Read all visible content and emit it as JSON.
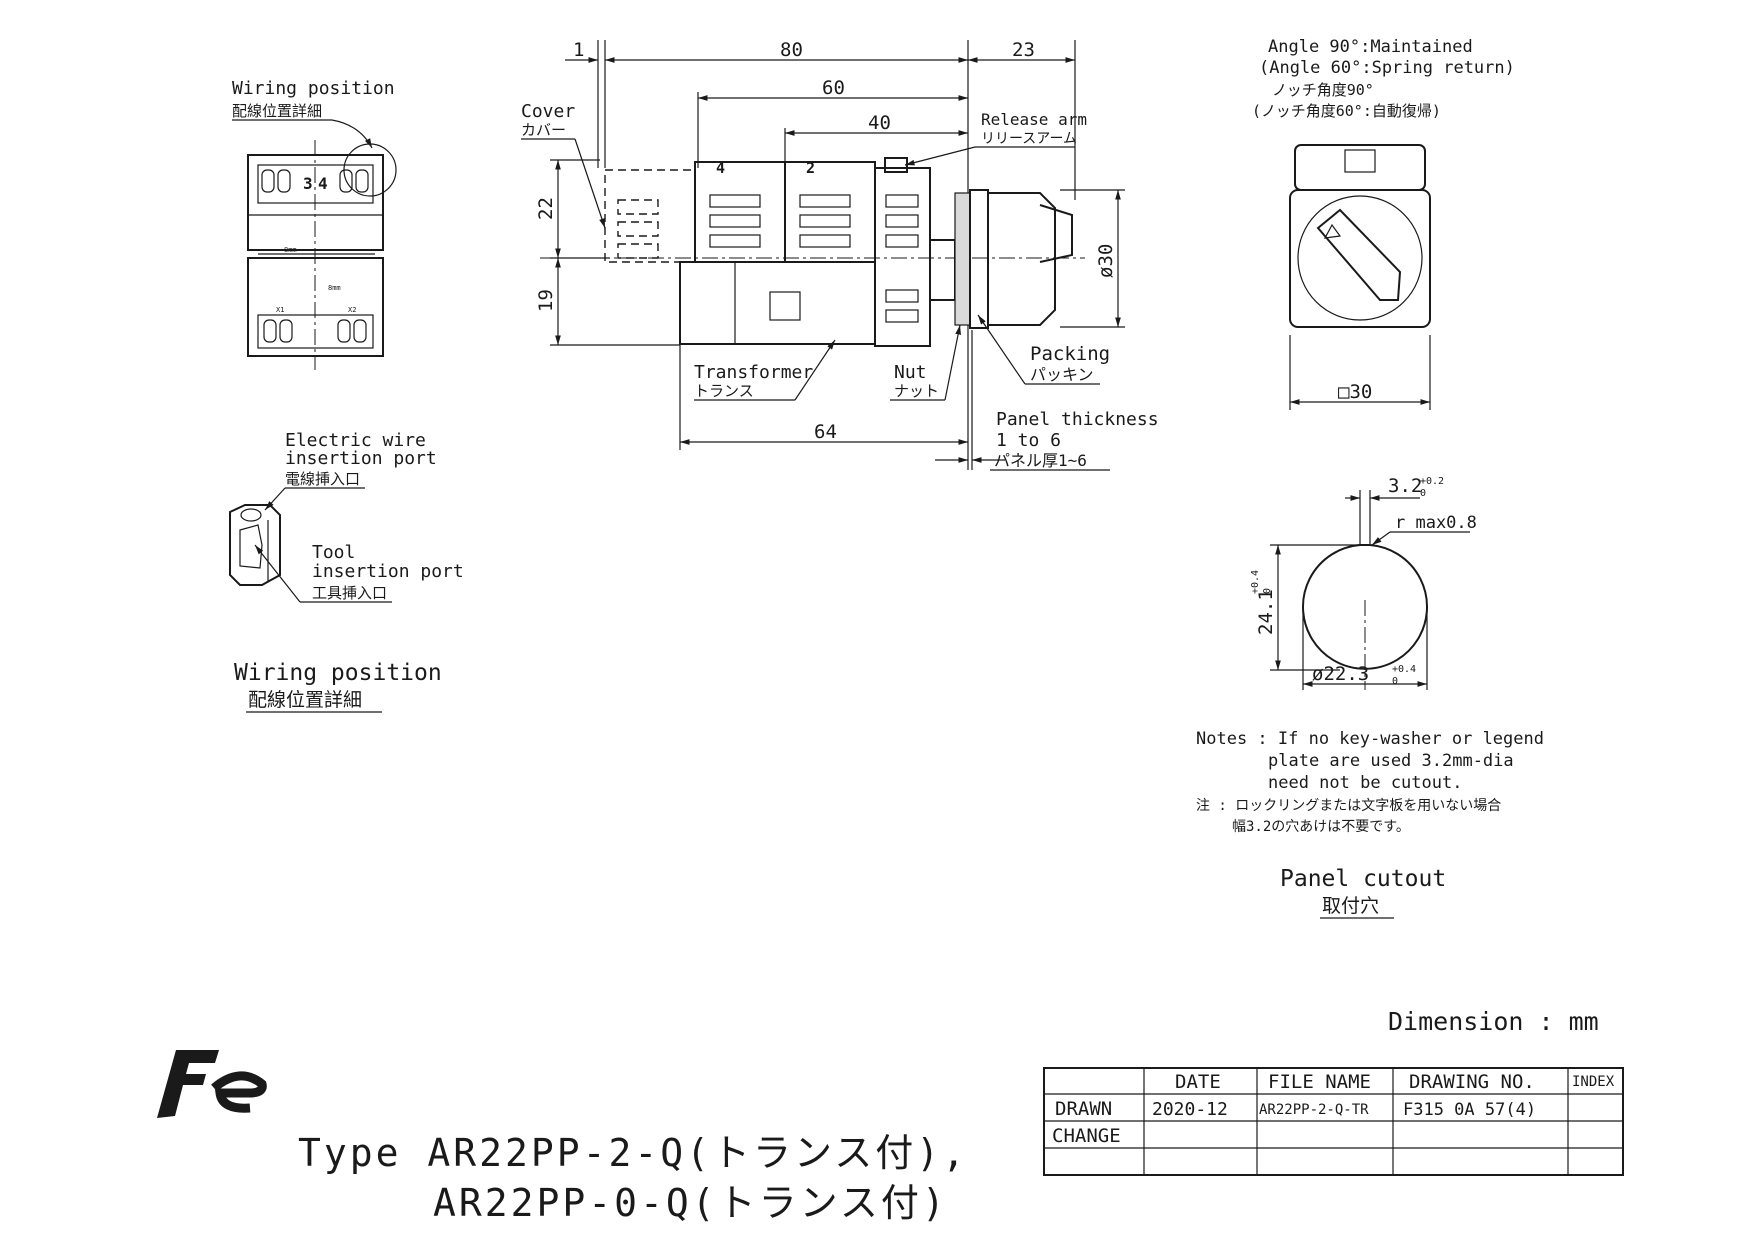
{
  "wiring_detail": {
    "callout_en": "Wiring position",
    "callout_ja": "配線位置詳細",
    "term_3": "3",
    "term_4": "4",
    "label_8mm_a": "8mm",
    "label_8mm_b": "8mm",
    "term_x1": "X1",
    "term_x2": "X2"
  },
  "port_detail": {
    "wire_port_en_1": "Electric wire",
    "wire_port_en_2": "insertion port",
    "wire_port_ja": "電線挿入口",
    "tool_port_en_1": "Tool",
    "tool_port_en_2": "insertion port",
    "tool_port_ja": "工具挿入口",
    "caption_en": "Wiring position",
    "caption_ja": "配線位置詳細"
  },
  "side_view": {
    "dim_1": "1",
    "dim_80": "80",
    "dim_23": "23",
    "dim_60": "60",
    "dim_40": "40",
    "dim_22": "22",
    "dim_19": "19",
    "dim_d30": "ø30",
    "dim_64": "64",
    "cover_en": "Cover",
    "cover_ja": "カバー",
    "release_en": "Release arm",
    "release_ja": "リリースアーム",
    "block_4": "4",
    "block_2": "2",
    "packing_en": "Packing",
    "packing_ja": "パッキン",
    "transformer_en": "Transformer",
    "transformer_ja": "トランス",
    "nut_en": "Nut",
    "nut_ja": "ナット",
    "panel_en_1": "Panel thickness",
    "panel_en_2": "1 to 6",
    "panel_ja": "パネル厚1~6"
  },
  "front_view": {
    "angle_en_1": "Angle 90°:Maintained",
    "angle_en_2": "(Angle 60°:Spring return)",
    "angle_ja_1": "ノッチ角度90°",
    "angle_ja_2": "(ノッチ角度60°:自動復帰)",
    "dim_square": "□30"
  },
  "cutout": {
    "dim_width": "3.2",
    "dim_width_tol_upper": "+0.2",
    "dim_width_tol_lower": "0",
    "radius": "r max0.8",
    "dim_height": "24.1",
    "dim_height_tol_upper": "+0.4",
    "dim_height_tol_lower": "0",
    "dim_diameter": "ø22.3",
    "dim_diameter_tol_upper": "+0.4",
    "dim_diameter_tol_lower": "0",
    "notes_en_1": "Notes : If no key-washer or legend",
    "notes_en_2": "plate are used 3.2mm-dia",
    "notes_en_3": "need not be cutout.",
    "notes_ja_1": "注 : ロックリングまたは文字板を用いない場合",
    "notes_ja_2": "幅3.2の穴あけは不要です。",
    "caption_en": "Panel cutout",
    "caption_ja": "取付穴"
  },
  "dimension_unit": "Dimension : mm",
  "title": {
    "line1": "Type  AR22PP-2-Q(トランス付),",
    "line2": "AR22PP-0-Q(トランス付)"
  },
  "title_block": {
    "headers": [
      "DATE",
      "FILE NAME",
      "DRAWING NO.",
      "INDEX"
    ],
    "rows": [
      {
        "label": "DRAWN",
        "date": "2020-12",
        "file_name": "AR22PP-2-Q-TR",
        "drawing_no": "F315 0A 57(4)",
        "index": ""
      },
      {
        "label": "CHANGE",
        "date": "",
        "file_name": "",
        "drawing_no": "",
        "index": ""
      },
      {
        "label": "",
        "date": "",
        "file_name": "",
        "drawing_no": "",
        "index": ""
      }
    ]
  }
}
